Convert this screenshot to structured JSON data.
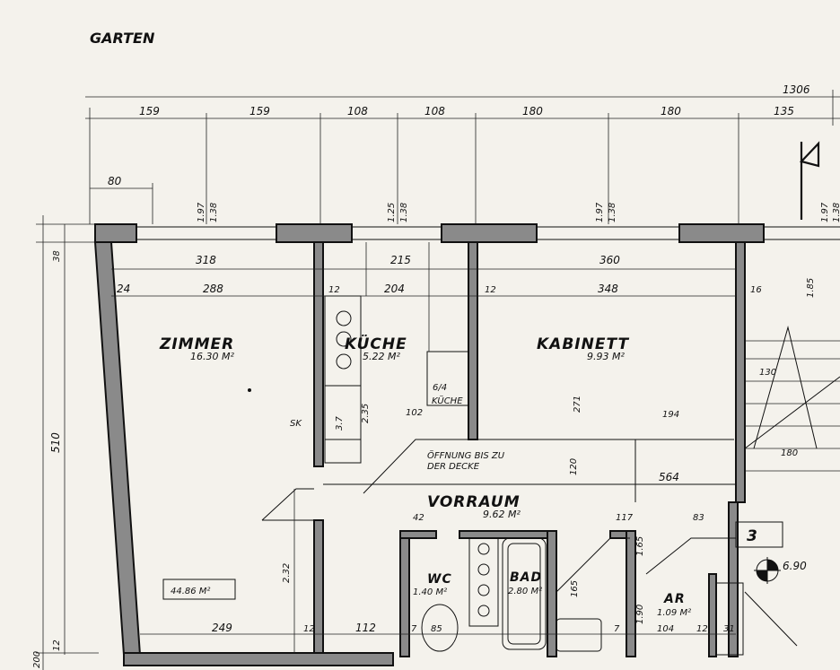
{
  "garden": "GARTEN",
  "rooms": {
    "zimmer": {
      "name": "ZIMMER",
      "area": "16.30 M²"
    },
    "kueche": {
      "name": "KÜCHE",
      "area": "5.22 M²"
    },
    "kabinett": {
      "name": "KABINETT",
      "area": "9.93 M²"
    },
    "vorraum": {
      "name": "VORRAUM",
      "area": "9.62 M²"
    },
    "wc": {
      "name": "WC",
      "area": "1.40 M²"
    },
    "bad": {
      "name": "BAD",
      "area": "2.80 M²"
    },
    "ar": {
      "name": "AR",
      "area": "1.09 M²"
    }
  },
  "notes": {
    "opening_line1": "ÖFFNUNG BIS ZU",
    "opening_line2": "DER DECKE",
    "total_area": "44.86 M²",
    "sk": "SK",
    "kueche_unit": "KÜCHE",
    "kueche_unit_top": "6/4",
    "stair_number": "3",
    "level": "6.90"
  },
  "dimensions": {
    "total": "1306",
    "top_row": [
      "159",
      "159",
      "108",
      "108",
      "180",
      "180",
      "135"
    ],
    "offset_80": "80",
    "sill_1": "1.97",
    "sill_1b": "1.38",
    "sill_2": "1.25",
    "sill_2b": "1.38",
    "sill_3": "1.97",
    "sill_3b": "1.38",
    "sill_4": "1.97",
    "sill_4b": "1.38",
    "inner_318": "318",
    "inner_215": "215",
    "inner_360": "360",
    "wall_24": "24",
    "inner_288": "288",
    "wall_12a": "12",
    "inner_204": "204",
    "wall_12b": "12",
    "inner_348": "348",
    "wall_16": "16",
    "h_38": "38",
    "h_510": "510",
    "h_200": "200",
    "h_12": "12",
    "d_102": "102",
    "d_271": "271",
    "d_194": "194",
    "d_120": "120",
    "d_130": "130",
    "d_180": "180",
    "d_564": "564",
    "d_42": "42",
    "d_117": "117",
    "d_83": "83",
    "d_165a": "1.65",
    "d_165b": "165",
    "d_190": "1.90",
    "d_232": "2.32",
    "b_249": "249",
    "b_12": "12",
    "b_112": "112",
    "b_7a": "7",
    "b_85": "85",
    "b_7b": "7",
    "b_104": "104",
    "b_12b": "12",
    "b_31": "31",
    "d_37": "3.7",
    "d_235": "2.35",
    "d_185": "1.85"
  }
}
